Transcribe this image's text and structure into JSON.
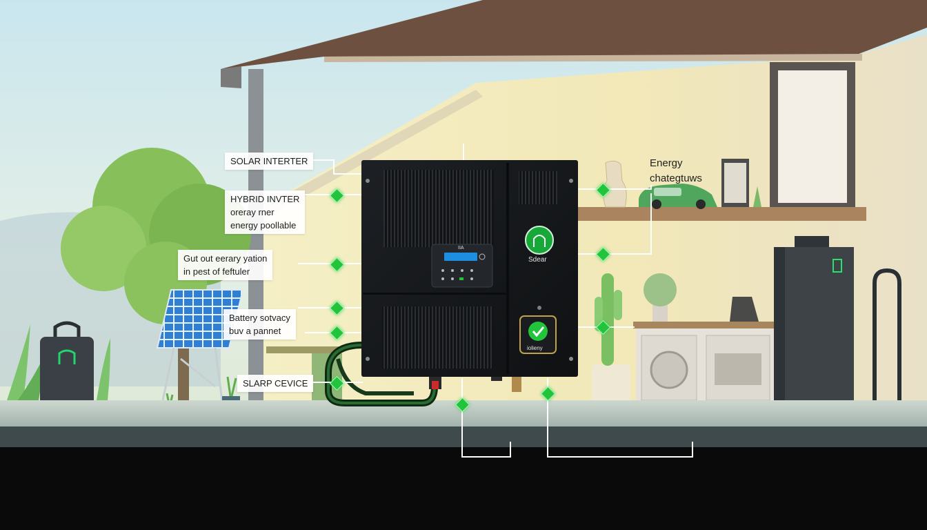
{
  "labels": {
    "solar_inverter": "SOLAR INTERTER",
    "hybrid_inverter": {
      "line1": "HYBRID INVTER",
      "line2": "oreray rner",
      "line3": "energy poollable"
    },
    "get_out": {
      "line1": "Gut out eerary yation",
      "line2": "in pest of feftuler"
    },
    "battery": {
      "line1": "Battery sotvacy",
      "line2": "buv a pannet"
    },
    "slarp_device": "SLARP CEVICE",
    "energy": {
      "line1": "Energy",
      "line2": "chategtuws"
    }
  },
  "inverter": {
    "panel_badge": "Sdear",
    "status_label": "iolieny",
    "display_header": "IIA"
  },
  "colors": {
    "accent_green": "#21c43a",
    "inverter_body": "#141619",
    "wall": "#f1e8bf",
    "roof": "#6e5040",
    "floor": "#0a0a0a"
  }
}
